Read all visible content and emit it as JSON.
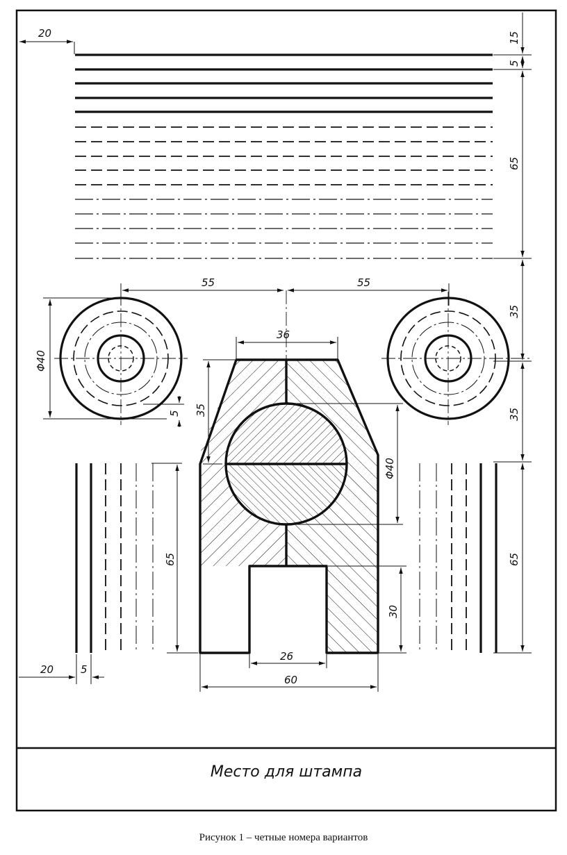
{
  "dimensions": {
    "left_margin": "20",
    "top_gap": "15",
    "line_spacing": "5",
    "lines_block": "65",
    "circle_offset_left": "55",
    "circle_offset_right": "55",
    "top_width": "36",
    "circle_height": "35",
    "circle_diameter": "Φ40",
    "circle_step": "5",
    "inner_circle_diameter": "Φ40",
    "side_height_right": "35",
    "top_to_center": "35",
    "body_height": "65",
    "right_lines_height": "65",
    "slot_height": "30",
    "slot_width": "26",
    "base_width": "60",
    "bottom_margin": "20",
    "bottom_spacing": "5"
  },
  "stamp": {
    "label": "Место для штампа"
  },
  "caption": "Рисунок 1  –  четные номера вариантов",
  "colors": {
    "ink": "#111111",
    "paper": "#ffffff"
  }
}
